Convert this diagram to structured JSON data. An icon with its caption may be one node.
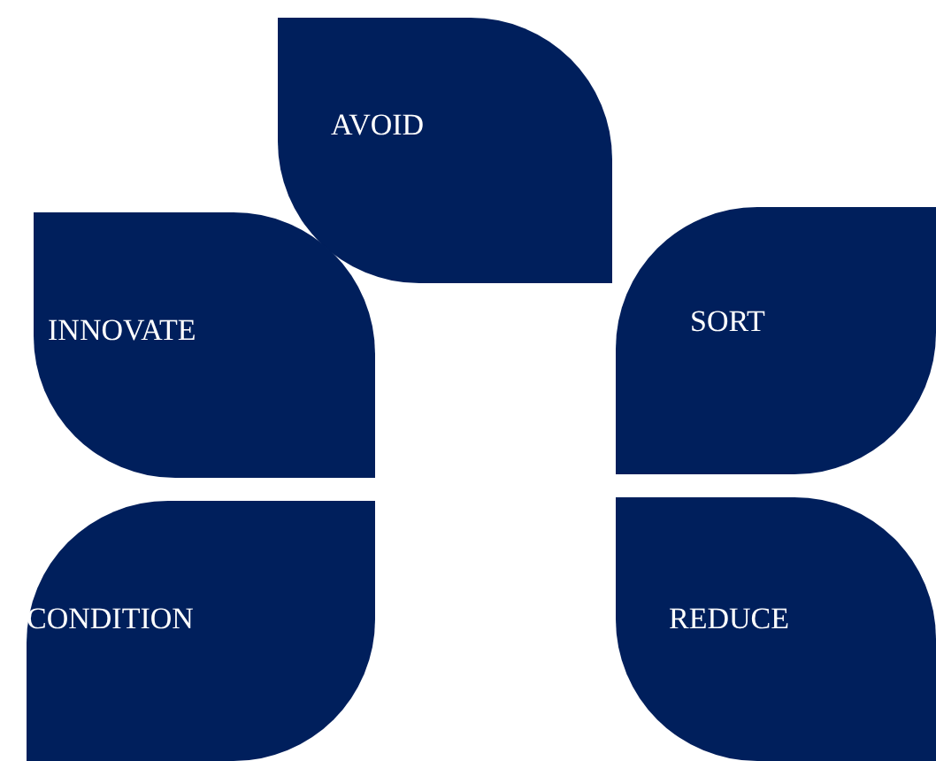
{
  "diagram": {
    "nodes": [
      {
        "text": [
          "AVOID"
        ]
      },
      {
        "text": [
          "INNOVATE"
        ]
      },
      {
        "text": [
          "SORT"
        ]
      },
      {
        "text": [
          "CONDITION"
        ]
      },
      {
        "text": [
          "REDUCE"
        ]
      }
    ]
  }
}
